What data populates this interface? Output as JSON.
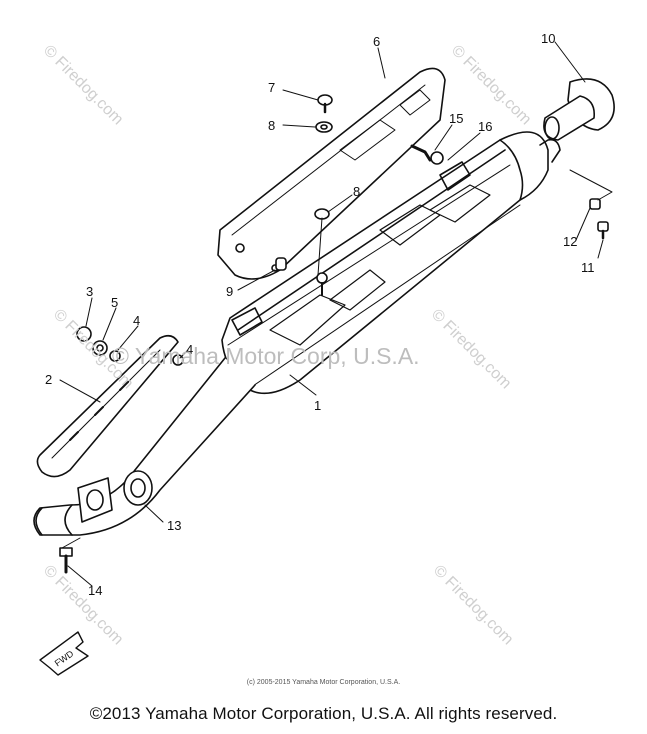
{
  "callouts": [
    "1",
    "2",
    "3",
    "4",
    "4",
    "5",
    "6",
    "7",
    "8",
    "8",
    "9",
    "10",
    "11",
    "12",
    "13",
    "14",
    "15",
    "16"
  ],
  "watermarks": {
    "site": "© Firedog.com",
    "center": "© Yamaha Motor Corp, U.S.A."
  },
  "fwd_label": "FWD",
  "small_copyright": "(c) 2005-2015 Yamaha Motor Corporation, U.S.A.",
  "footer": "©2013 Yamaha Motor Corporation, U.S.A. All rights reserved."
}
